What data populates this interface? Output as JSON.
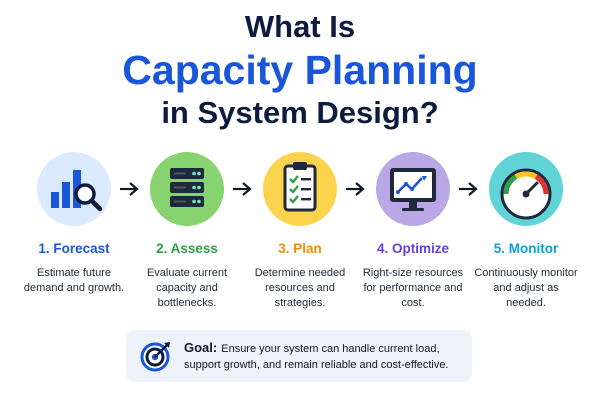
{
  "title": {
    "line1": "What Is",
    "line2": "Capacity Planning",
    "line3": "in System Design?"
  },
  "steps": [
    {
      "label": "1. Forecast",
      "description": "Estimate future demand and growth.",
      "icon": "bar-chart-magnifier-icon",
      "color": "#1a56db",
      "bg": "#dbeafe"
    },
    {
      "label": "2. Assess",
      "description": "Evaluate current capacity and bottlenecks.",
      "icon": "server-stack-icon",
      "color": "#2f9e44",
      "bg": "#86d36f"
    },
    {
      "label": "3. Plan",
      "description": "Determine needed resources and strategies.",
      "icon": "clipboard-checklist-icon",
      "color": "#f08c00",
      "bg": "#fcd34d"
    },
    {
      "label": "4. Optimize",
      "description": "Right-size resources for performance and cost.",
      "icon": "monitor-trend-icon",
      "color": "#6741d9",
      "bg": "#b9a7e6"
    },
    {
      "label": "5. Monitor",
      "description": "Continuously monitor and adjust as needed.",
      "icon": "gauge-icon",
      "color": "#0c9ed4",
      "bg": "#5fd3d6"
    }
  ],
  "goal": {
    "label": "Goal:",
    "text": "Ensure your system can handle current load, support growth, and remain reliable and cost-effective.",
    "icon": "target-icon"
  }
}
